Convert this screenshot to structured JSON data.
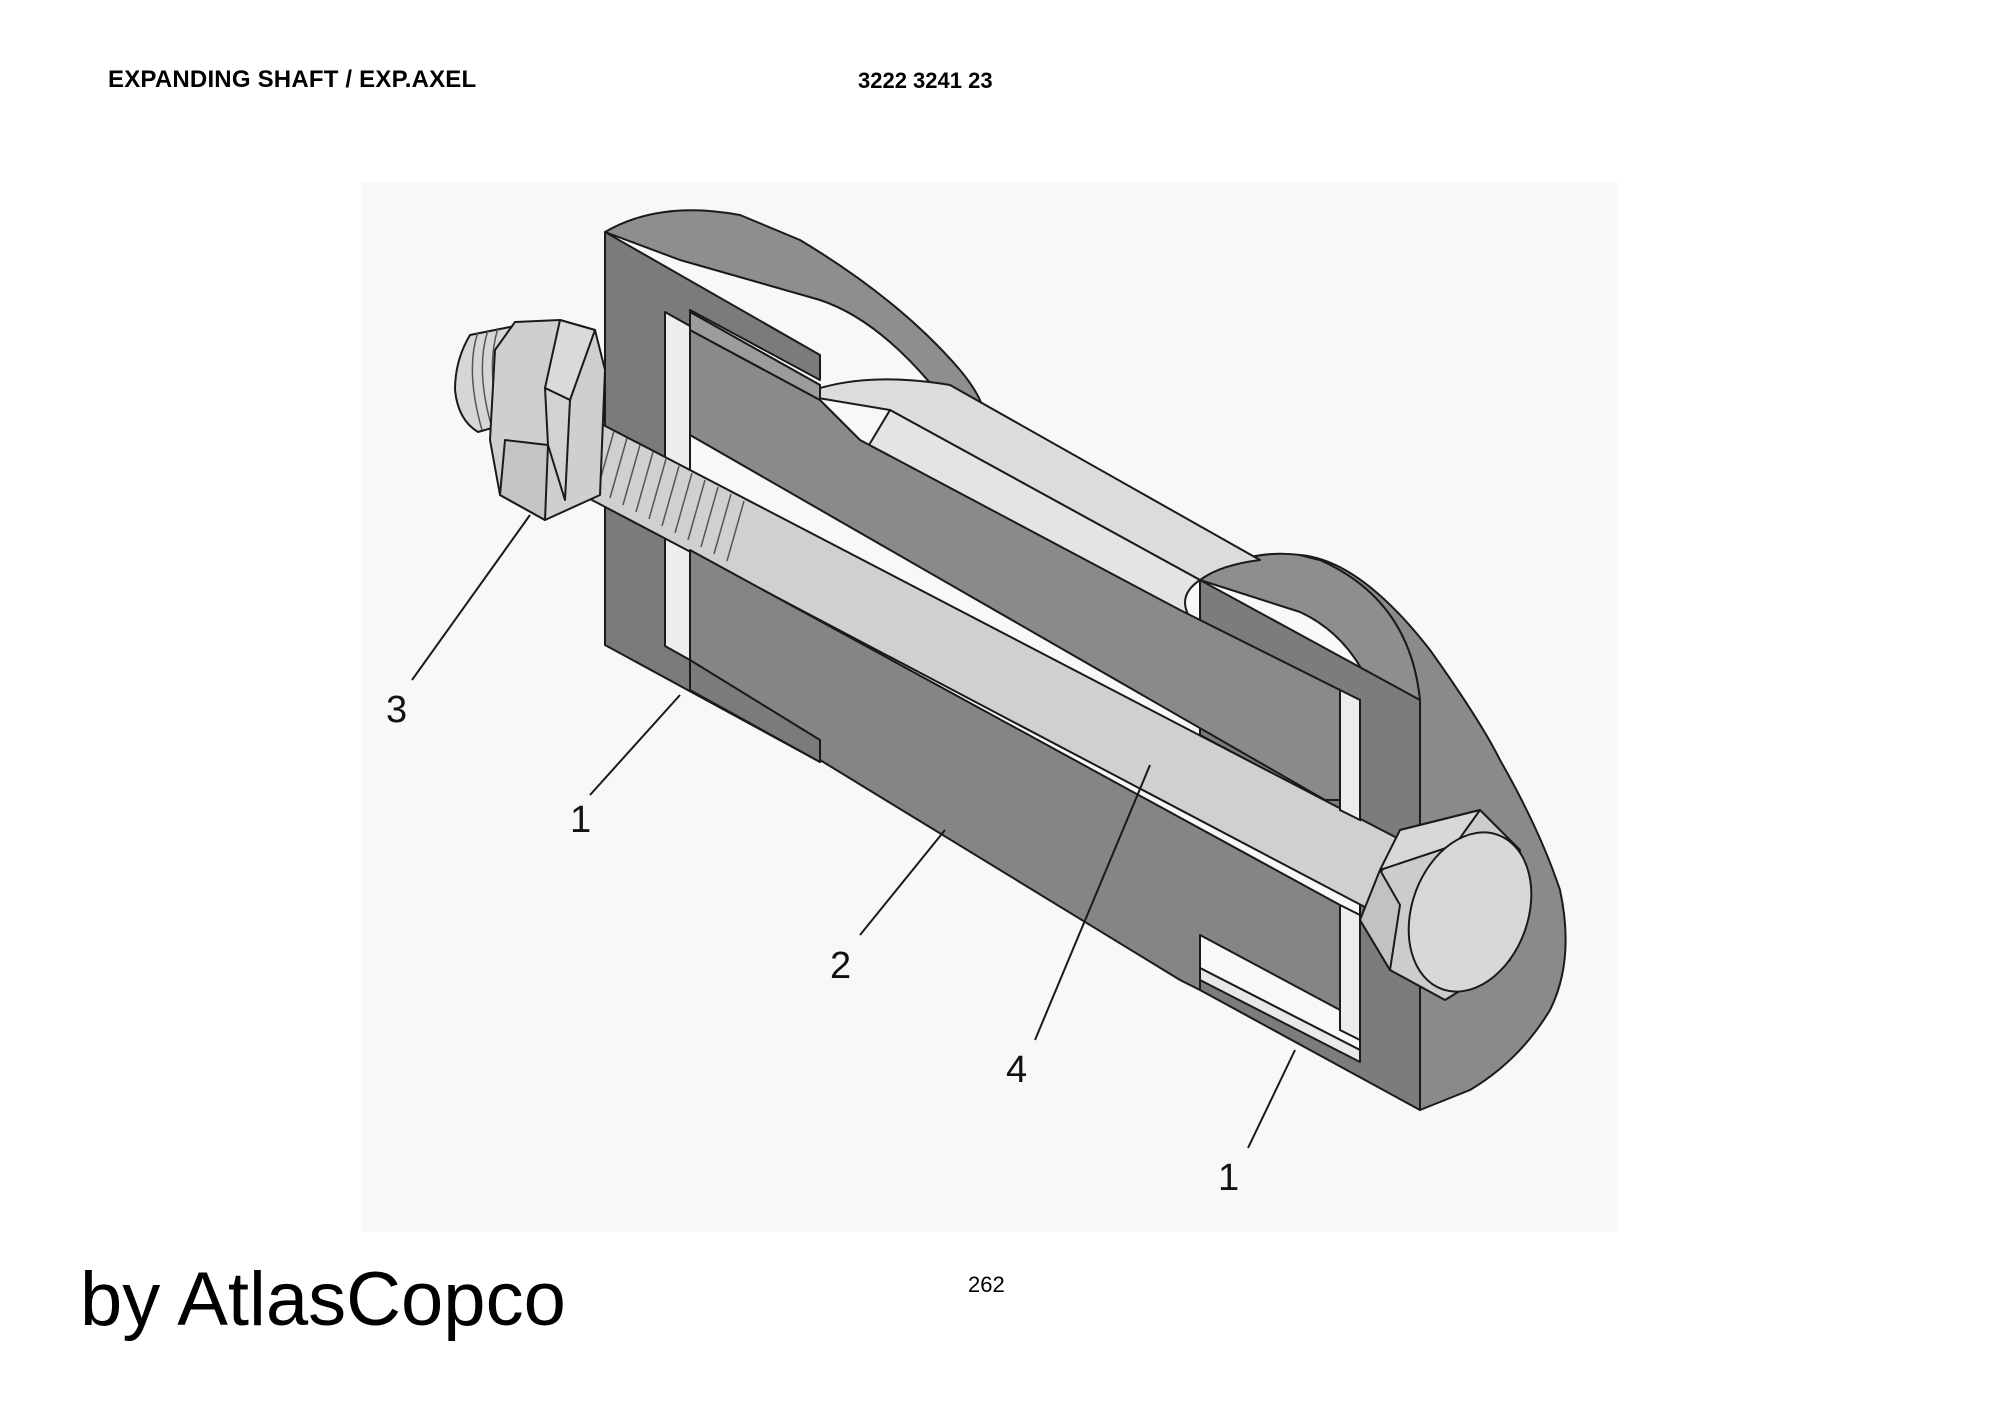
{
  "header": {
    "title": "EXPANDING SHAFT / EXP.AXEL",
    "part_number": "3222 3241 23"
  },
  "diagram": {
    "callouts": [
      {
        "id": "callout-3",
        "label": "3"
      },
      {
        "id": "callout-1-upper",
        "label": "1"
      },
      {
        "id": "callout-2",
        "label": "2"
      },
      {
        "id": "callout-4",
        "label": "4"
      },
      {
        "id": "callout-1-lower",
        "label": "1"
      }
    ]
  },
  "footer": {
    "page_number": "262",
    "brand": "by AtlasCopco"
  },
  "colors": {
    "body_dark": "#7a7a7a",
    "body_mid": "#8a8a8a",
    "body_light": "#9a9a9a",
    "bolt_light": "#cfcfcf",
    "bolt_highlight": "#e2e2e2",
    "background_panel": "#f7f7f7",
    "outline": "#1a1a1a"
  }
}
